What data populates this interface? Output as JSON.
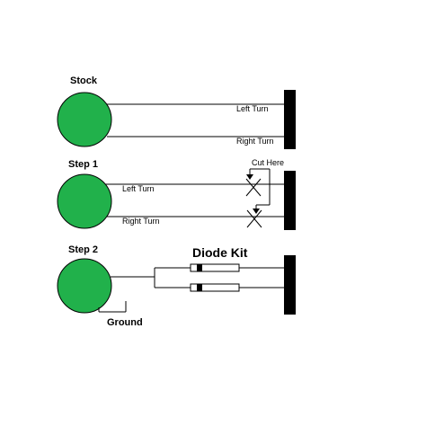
{
  "colors": {
    "bulb": "#21b14b",
    "line": "#000000",
    "background": "#ffffff"
  },
  "stock": {
    "title": "Stock",
    "upper_wire": "Left Turn",
    "lower_wire": "Right Turn"
  },
  "step1": {
    "title": "Step 1",
    "upper_wire": "Left Turn",
    "lower_wire": "Right Turn",
    "cut_note": "Cut Here"
  },
  "step2": {
    "title": "Step 2",
    "kit_label": "Diode Kit",
    "ground": "Ground"
  }
}
